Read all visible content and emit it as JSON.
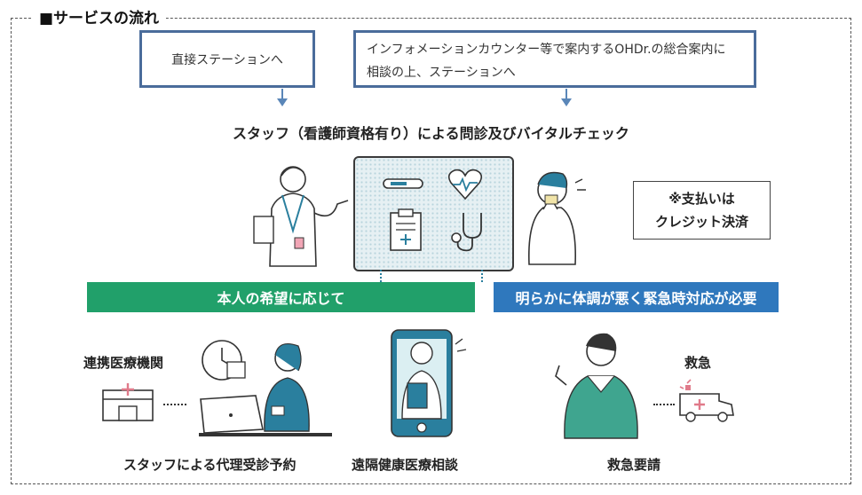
{
  "title": "■サービスの流れ",
  "entry_boxes": {
    "direct": "直接ステーションへ",
    "via_info_line1": "インフォメーションカウンター等で案内するOHDr.の総合案内に",
    "via_info_line2": "相談の上、ステーションへ"
  },
  "heading": "スタッフ（看護師資格有り）による問診及びバイタルチェック",
  "payment_note": {
    "line1": "※支払いは",
    "line2": "クレジット決済"
  },
  "branches": {
    "patient_wish": "本人の希望に応じて",
    "emergency": "明らかに体調が悪く緊急時対応が必要"
  },
  "services": {
    "partner_institution": "連携医療機関",
    "reservation": "スタッフによる代理受診予約",
    "remote_consult": "遠隔健康医療相談",
    "ambulance": "救急",
    "emergency_request": "救急要請"
  },
  "colors": {
    "frame_box_border": "#4a6c9b",
    "green_bar": "#21a06a",
    "blue_bar": "#2f78bd",
    "teal_accent": "#2a7f9e"
  },
  "icons": [
    "thermometer-icon",
    "heart-pulse-icon",
    "clipboard-icon",
    "stethoscope-icon",
    "hospital-icon",
    "clock-calendar-icon",
    "laptop-icon",
    "smartphone-doctor-icon",
    "ambulance-icon"
  ]
}
